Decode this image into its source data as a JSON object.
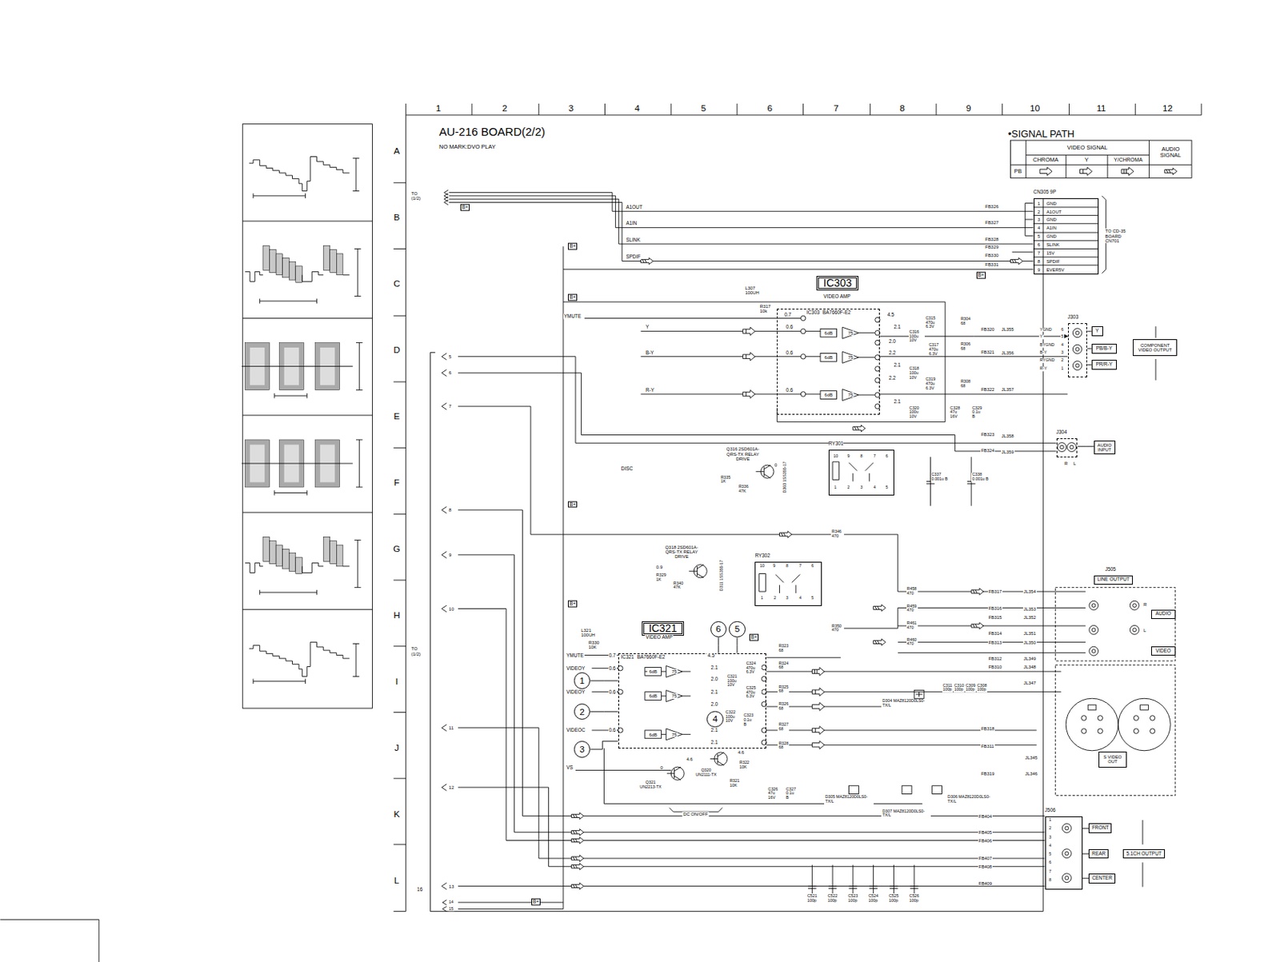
{
  "diagram": {
    "title": "AU-216 BOARD(2/2)",
    "nodes": [
      {
        "text": [
          "CN305 9P"
        ]
      },
      {
        "text": [
          "IC303"
        ]
      },
      {
        "text": [
          "IC303",
          "BA7660F-E2"
        ]
      },
      {
        "text": [
          "J303"
        ]
      },
      {
        "text": [
          "Y"
        ]
      },
      {
        "text": [
          "COMPONENT VIDEO OUTPUT"
        ]
      },
      {
        "text": [
          "PB/B-Y"
        ]
      },
      {
        "text": [
          "PR/R-Y"
        ]
      },
      {
        "text": [
          "J304"
        ]
      },
      {
        "text": [
          "AUDIO INPUT"
        ]
      },
      {
        "text": [
          "RY301"
        ]
      },
      {
        "text": [
          "RY302"
        ]
      },
      {
        "text": [
          "LINE OUTPUT"
        ]
      },
      {
        "text": [
          "IC321"
        ]
      },
      {
        "text": [
          "6"
        ]
      },
      {
        "text": [
          "5"
        ]
      },
      {
        "text": [
          "AUDIO"
        ]
      },
      {
        "text": [
          "VIDEO"
        ]
      },
      {
        "text": [
          "IC321",
          "BA7660F-E2"
        ]
      },
      {
        "text": [
          "1"
        ]
      },
      {
        "text": [
          "2"
        ]
      },
      {
        "text": [
          "4"
        ]
      },
      {
        "text": [
          "3"
        ]
      },
      {
        "text": [
          "S VIDEO OUT"
        ]
      },
      {
        "text": [
          "J506"
        ]
      },
      {
        "text": [
          "FRONT"
        ]
      },
      {
        "text": [
          "REAR"
        ]
      },
      {
        "text": [
          "5.1CH OUTPUT"
        ]
      },
      {
        "text": [
          "CENTER"
        ]
      }
    ],
    "edges": [
      {
        "from": 2,
        "to": 3,
        "arrow": "to"
      },
      {
        "from": 3,
        "to": 4,
        "arrow": "none"
      },
      {
        "from": 3,
        "to": 6,
        "arrow": "none"
      },
      {
        "from": 3,
        "to": 7,
        "arrow": "none"
      },
      {
        "from": 8,
        "to": 9,
        "arrow": "none"
      },
      {
        "from": 14,
        "to": 18,
        "arrow": "none"
      },
      {
        "from": 15,
        "to": 18,
        "arrow": "none"
      },
      {
        "from": 19,
        "to": 18,
        "arrow": "none"
      },
      {
        "from": 20,
        "to": 18,
        "arrow": "none"
      },
      {
        "from": 22,
        "to": 18,
        "arrow": "none"
      },
      {
        "from": 24,
        "to": 25,
        "arrow": "none"
      },
      {
        "from": 24,
        "to": 26,
        "arrow": "none"
      },
      {
        "from": 24,
        "to": 28,
        "arrow": "none"
      }
    ],
    "labels": [
      "1",
      "2",
      "3",
      "4",
      "5",
      "6",
      "7",
      "8",
      "9",
      "10",
      "11",
      "12",
      "A",
      "B",
      "C",
      "D",
      "E",
      "F",
      "G",
      "H",
      "I",
      "J",
      "K",
      "L",
      "NO MARK:DVO PLAY",
      "•SIGNAL PATH",
      "VIDEO SIGNAL",
      "AUDIO SIGNAL",
      "CHROMA",
      "Y",
      "Y/CHROMA",
      "PB",
      "1",
      "GND",
      "2",
      "A1OUT",
      "3",
      "GND",
      "4",
      "A1IN",
      "5",
      "GND",
      "6",
      "SLINK",
      "7",
      "15V",
      "8",
      "SPDIF",
      "9",
      "EVER5V",
      "TO CD-35 BOARD CN701",
      "TO (1/2)",
      "TO (1/2)",
      "B+",
      "B+",
      "B+",
      "B+",
      "B+",
      "B+",
      "B+",
      "B+",
      "A1OUT",
      "A1IN",
      "SLINK",
      "SPDIF",
      "YMUTE",
      "Y",
      "B-Y",
      "R-Y",
      "DISC",
      "YMUTE",
      "VIDEOY",
      "VIDEOY",
      "VIDEOC",
      "VS",
      "FB326",
      "FB327",
      "FB328",
      "FB329",
      "FB330",
      "FB331",
      "VIDEO AMP",
      "L307 100UH",
      "R317 10k",
      "0.7",
      "0.6",
      "0.6",
      "0.6",
      "4.5",
      "2.1",
      "2.0",
      "2.2",
      "2.1",
      "2.2",
      "2.1",
      "6dB",
      "75",
      "6dB",
      "75",
      "6dB",
      "75",
      "C315 470u 6.3V",
      "C316 100u 10V",
      "C317 470u 6.3V",
      "C318 100u 10V",
      "C319 470u 6.3V",
      "C320 100u 10V",
      "C328 47u 16V",
      "C329 0.1u B",
      "R304 68",
      "R306 68",
      "R308 68",
      "FB320",
      "FB321",
      "FB322",
      "JL355",
      "JL356",
      "JL357",
      "YGND",
      "6",
      "Y",
      "5",
      "BYGND",
      "4",
      "B-Y",
      "3",
      "RYGND",
      "2",
      "R-Y",
      "1",
      "Q316 2SD601A-QRS-TX RELAY DRIVE",
      "0",
      "R335 1K",
      "R336 47K",
      "D303 1SS355-17",
      "10",
      "9",
      "8",
      "7",
      "6",
      "1",
      "2",
      "3",
      "4",
      "5",
      "C337 0.001u B",
      "C338 0.001u B",
      "FB323",
      "FB324",
      "JL358",
      "JL359",
      "R",
      "L",
      "Q318 2SD601A-QRS-TX RELAY DRIVE",
      "0.9",
      "R329 1K",
      "R340 47K",
      "D311 1SS355-17",
      "10",
      "9",
      "8",
      "7",
      "6",
      "1",
      "2",
      "3",
      "4",
      "5",
      "R346 470",
      "R350 470",
      "R458 470",
      "R459 470",
      "R461 470",
      "R460 470",
      "FB317",
      "FB316",
      "FB315",
      "FB314",
      "FB313",
      "FB312",
      "FB310",
      "JL354",
      "JL353",
      "JL352",
      "JL351",
      "JL350",
      "JL349",
      "JL348",
      "JL347",
      "J505",
      "R",
      "L",
      "C311 100p",
      "C310 100p",
      "C309 100p",
      "C308 100p",
      "D304 MAZ8120D0LS0-TX/L",
      "FB318",
      "FB311",
      "FB319",
      "JL345",
      "JL346",
      "VIDEO AMP",
      "L321 100UH",
      "R330 10K",
      "0.7",
      "0.6",
      "0.6",
      "0.6",
      "4.5",
      "2.1",
      "2.0",
      "2.1",
      "2.0",
      "2.1",
      "2.1",
      "6dB",
      "75",
      "6dB",
      "75",
      "6dB",
      "75",
      "C324 470u 6.3V",
      "C321 100u 10V",
      "C325 470u 6.3V",
      "C322 100u 10V",
      "C323 0.1u B",
      "R323 68",
      "R324 68",
      "R325 68",
      "R326 68",
      "R327 68",
      "R328 68",
      "Q321 UN2213-TX",
      "Q320 UN2111-TX",
      "R322 10K",
      "R321 10K",
      "4.6",
      "4.6",
      "0",
      "DC ON/OFF",
      "C326 47u 16V",
      "C327 0.1u B",
      "D305 MAZ8120D0LS0-TX/L",
      "D306 MAZ8120D0LS0-TX/L",
      "D307 MAZ8120D0LS0-TX/L",
      "1",
      "2",
      "3",
      "4",
      "5",
      "6",
      "7",
      "8",
      "FB404",
      "FB405",
      "FB406",
      "FB407",
      "FB408",
      "FB409",
      "5",
      "6",
      "7",
      "8",
      "9",
      "10",
      "11",
      "12",
      "13",
      "14",
      "15",
      "16",
      "C521 100p",
      "C522 100p",
      "C523 100p",
      "C524 100p",
      "C525 100p",
      "C526 100p"
    ]
  }
}
